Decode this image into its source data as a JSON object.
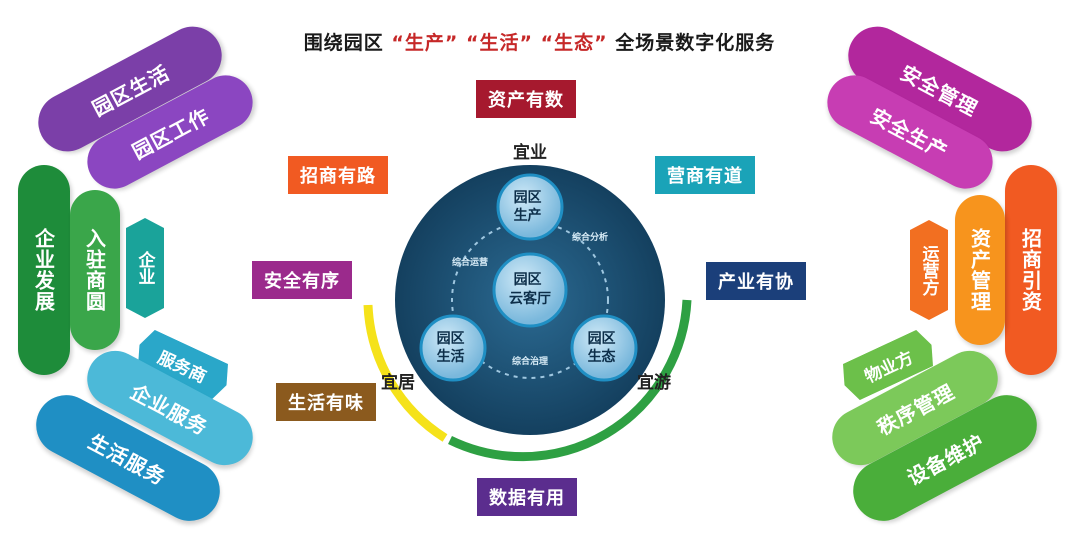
{
  "title": {
    "prefix": "围绕园区",
    "q1": "“生产”",
    "q2": "“生活”",
    "q3": "“生态”",
    "suffix": "全场景数字化服务"
  },
  "left": {
    "life": "园区生活",
    "work": "园区工作",
    "dev": "企业发展",
    "settle": "入驻商圆",
    "ent": "企业",
    "provider": "服务商",
    "entservice": "企业服务",
    "lifeservice": "生活服务"
  },
  "right": {
    "safemgmt": "安全管理",
    "safeprod": "安全生产",
    "recruit": "招商引资",
    "asset": "资产管理",
    "operator": "运营方",
    "property": "物业方",
    "order": "秩序管理",
    "equip": "设备维护"
  },
  "boxes": {
    "asset_count": "资产有数",
    "invest_path": "招商有路",
    "business_way": "营商有道",
    "safe_order": "安全有序",
    "industry_coop": "产业有协",
    "life_taste": "生活有味",
    "data_use": "数据有用"
  },
  "center": {
    "top": "宜业",
    "left": "宜居",
    "right": "宜游",
    "hub_l1": "园区",
    "hub_l2": "云客厅",
    "prod_l1": "园区",
    "prod_l2": "生产",
    "life_l1": "园区",
    "life_l2": "生活",
    "eco_l1": "园区",
    "eco_l2": "生态",
    "ops_a": "综合运营",
    "ops_b": "综合分析",
    "ops_c": "综合治理"
  },
  "colors": {
    "purple": "#7b3fa8",
    "green_dark": "#1e8c3a",
    "teal": "#1aa39a",
    "cyan": "#2aa7c9",
    "magenta": "#b2279d",
    "orange": "#f15a22",
    "orange_light": "#f7941d",
    "lime": "#6cc04a",
    "navy": "#1b4a6b",
    "red_box": "#a6192e"
  }
}
